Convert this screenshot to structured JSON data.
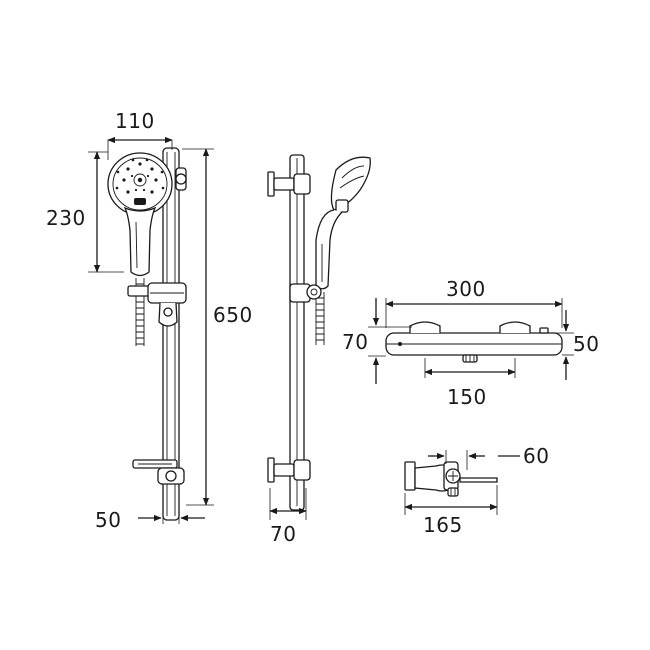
{
  "dimensions": {
    "handset_width": "110",
    "handset_height": "230",
    "rail_height": "650",
    "rail_offset": "50",
    "side_depth": "70",
    "valve_width": "300",
    "valve_depth": "70",
    "valve_height": "50",
    "valve_centres": "150",
    "outlet_offset": "60",
    "valve_projection": "165"
  },
  "colors": {
    "line": "#1a1a1a",
    "background": "#ffffff"
  }
}
